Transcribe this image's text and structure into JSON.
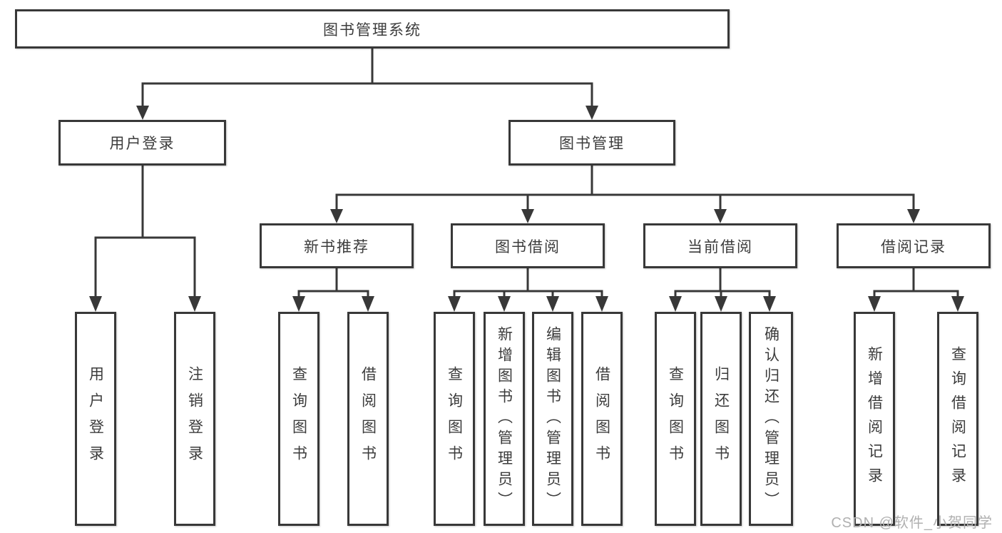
{
  "diagram": {
    "root": "图书管理系统",
    "level2": [
      "用户登录",
      "图书管理"
    ],
    "level3": [
      "新书推荐",
      "图书借阅",
      "当前借阅",
      "借阅记录"
    ],
    "leaves": {
      "user_login": [
        "用户登录",
        "注销登录"
      ],
      "new_books": [
        "查询图书",
        "借阅图书"
      ],
      "book_borrow": [
        "查询图书",
        "新增图书（管理员）",
        "编辑图书（管理员）",
        "借阅图书"
      ],
      "current_borrow": [
        "查询图书",
        "归还图书",
        "确认归还（管理员）"
      ],
      "borrow_records": [
        "新增借阅记录",
        "查询借阅记录"
      ]
    }
  },
  "watermark": "CSDN @软件_小贺同学",
  "colors": {
    "line": "#383838",
    "text": "#3c3c3c",
    "watermark": "#b0b0b0",
    "background": "#ffffff"
  }
}
